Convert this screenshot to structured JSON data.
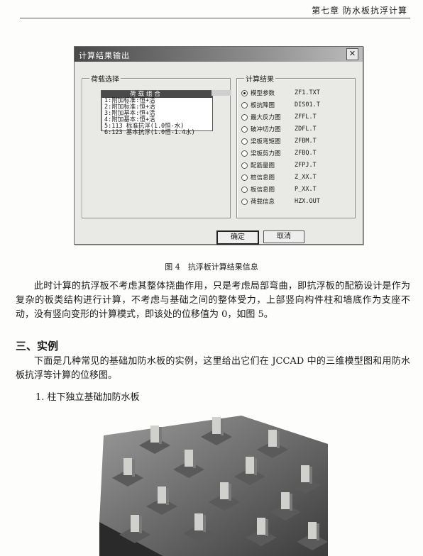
{
  "header": {
    "chapter": "第七章 防水板抗浮计算"
  },
  "dialog": {
    "title": "计算结果输出",
    "close_glyph": "✕",
    "load_group": {
      "title": "荷载选择",
      "header": "荷载组合",
      "items": [
        "1:附加标准:恒+活",
        "2:附加标准:恒+活",
        "3:附加基本:恒+活",
        "4:附加基本:恒+活",
        "5:113 标准抗浮(1.0恒-水)",
        "6:123 基本抗浮(1.0恒-1.4水)"
      ]
    },
    "result_group": {
      "title": "计算结果",
      "options": [
        {
          "label": "模型参数",
          "file": "ZF1.TXT",
          "selected": true
        },
        {
          "label": "板抗降图",
          "file": "DIS01.T",
          "selected": false
        },
        {
          "label": "最大反力图",
          "file": "ZFFL.T",
          "selected": false
        },
        {
          "label": "破冲切力图",
          "file": "ZDFL.T",
          "selected": false
        },
        {
          "label": "梁板弯矩图",
          "file": "ZFBM.T",
          "selected": false
        },
        {
          "label": "梁板剪力图",
          "file": "ZFBQ.T",
          "selected": false
        },
        {
          "label": "配筋量图",
          "file": "ZFPJ.T",
          "selected": false
        },
        {
          "label": "桩信息图",
          "file": "Z_XX.T",
          "selected": false
        },
        {
          "label": "板信息图",
          "file": "P_XX.T",
          "selected": false
        },
        {
          "label": "荷载信息",
          "file": "HZX.OUT",
          "selected": false
        }
      ]
    },
    "buttons": {
      "ok": "确定",
      "cancel": "取消"
    }
  },
  "caption": "图 4　抗浮板计算结果信息",
  "paragraph1": "此时计算的抗浮板不考虑其整体挠曲作用，只是考虑局部弯曲，即抗浮板的配筋设计是作为复杂的板类结构进行计算，不考虑与基础之间的整体受力，上部竖向构件柱和墙底作为支座不动，没有竖向变形的计算模式，即该处的位移值为 0，如图 5。",
  "section_title": "三、实例",
  "paragraph2": "下面是几种常见的基础加防水板的实例，这里给出它们在 JCCAD 中的三维模型图和用防水板抗浮等计算的位移图。",
  "list_item": "1. 柱下独立基础加防水板"
}
